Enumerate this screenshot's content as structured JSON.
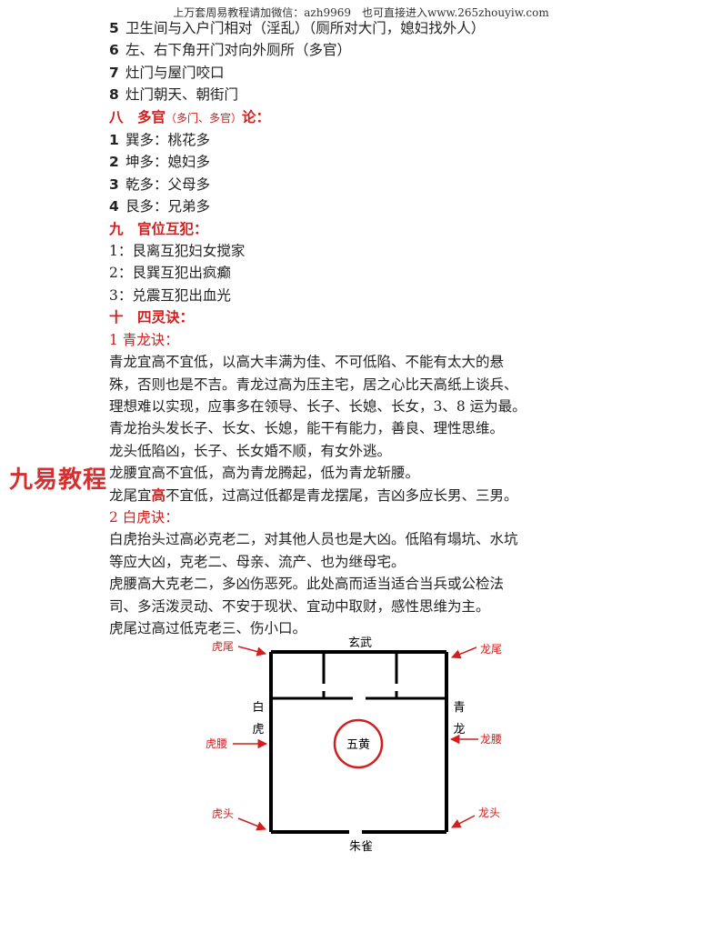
{
  "header": "上万套周易教程请加微信：azh9969　也可直接进入www.265zhouyiw.com",
  "list_a": [
    {
      "n": "5",
      "text": "卫生间与入户门相对（淫乱）（厕所对大门，媳妇找外人）"
    },
    {
      "n": "6",
      "text": "左、右下角开门对向外厕所（多官）"
    },
    {
      "n": "7",
      "text": "灶门与屋门咬口"
    },
    {
      "n": "8",
      "text": "灶门朝天、朝街门"
    }
  ],
  "sec8": {
    "title": "八　多官",
    "paren": "（多门、多官）",
    "tail": "论："
  },
  "list_b": [
    {
      "n": "1",
      "text": "巽多：桃花多"
    },
    {
      "n": "2",
      "text": "坤多：媳妇多"
    },
    {
      "n": "3",
      "text": "乾多：父母多"
    },
    {
      "n": "4",
      "text": "艮多：兄弟多"
    }
  ],
  "sec9": "九　官位互犯：",
  "list_c": [
    "1：艮离互犯妇女搅家",
    "2：艮巽互犯出疯癫",
    "3：兑震互犯出血光"
  ],
  "sec10": "十　四灵诀：",
  "sub1": "1 青龙诀：",
  "para1": [
    "青龙宜高不宜低，以高大丰满为佳、不可低陷、不能有太大的悬",
    "殊，否则也是不吉。青龙过高为压主宅，居之心比天高纸上谈兵、",
    "理想难以实现，应事多在领导、长子、长媳、长女，3、8 运为最。",
    "青龙抬头发长子、长女、长媳，能干有能力，善良、理性思维。",
    "龙头低陷凶，长子、长女婚不顺，有女外逃。",
    "龙腰宜高不宜低，高为青龙腾起，低为青龙斩腰。"
  ],
  "para1_last": {
    "pre": "龙尾宜",
    "emph": "高",
    "post": "不宜低，过高过低都是青龙摆尾，吉凶多应长男、三男。"
  },
  "sub2": "2 白虎诀：",
  "para2": [
    "白虎抬头过高必克老二，对其他人员也是大凶。低陷有塌坑、水坑",
    "等应大凶，克老二、母亲、流产、也为继母宅。",
    "虎腰高大克老二，多凶伤恶死。此处高而适当适合当兵或公检法",
    "司、多活泼灵动、不安于现状、宜动中取财，感性思维为主。",
    "虎尾过高过低克老三、伤小口。"
  ],
  "watermark": "九易教程",
  "diagram": {
    "top": "玄武",
    "bottom": "朱雀",
    "left": "白虎",
    "right": "青龙",
    "center": "五黄",
    "tiger_tail": "虎尾",
    "tiger_waist": "虎腰",
    "tiger_head": "虎头",
    "dragon_tail": "龙尾",
    "dragon_waist": "龙腰",
    "dragon_head": "龙头",
    "red": "#d21e1e"
  }
}
